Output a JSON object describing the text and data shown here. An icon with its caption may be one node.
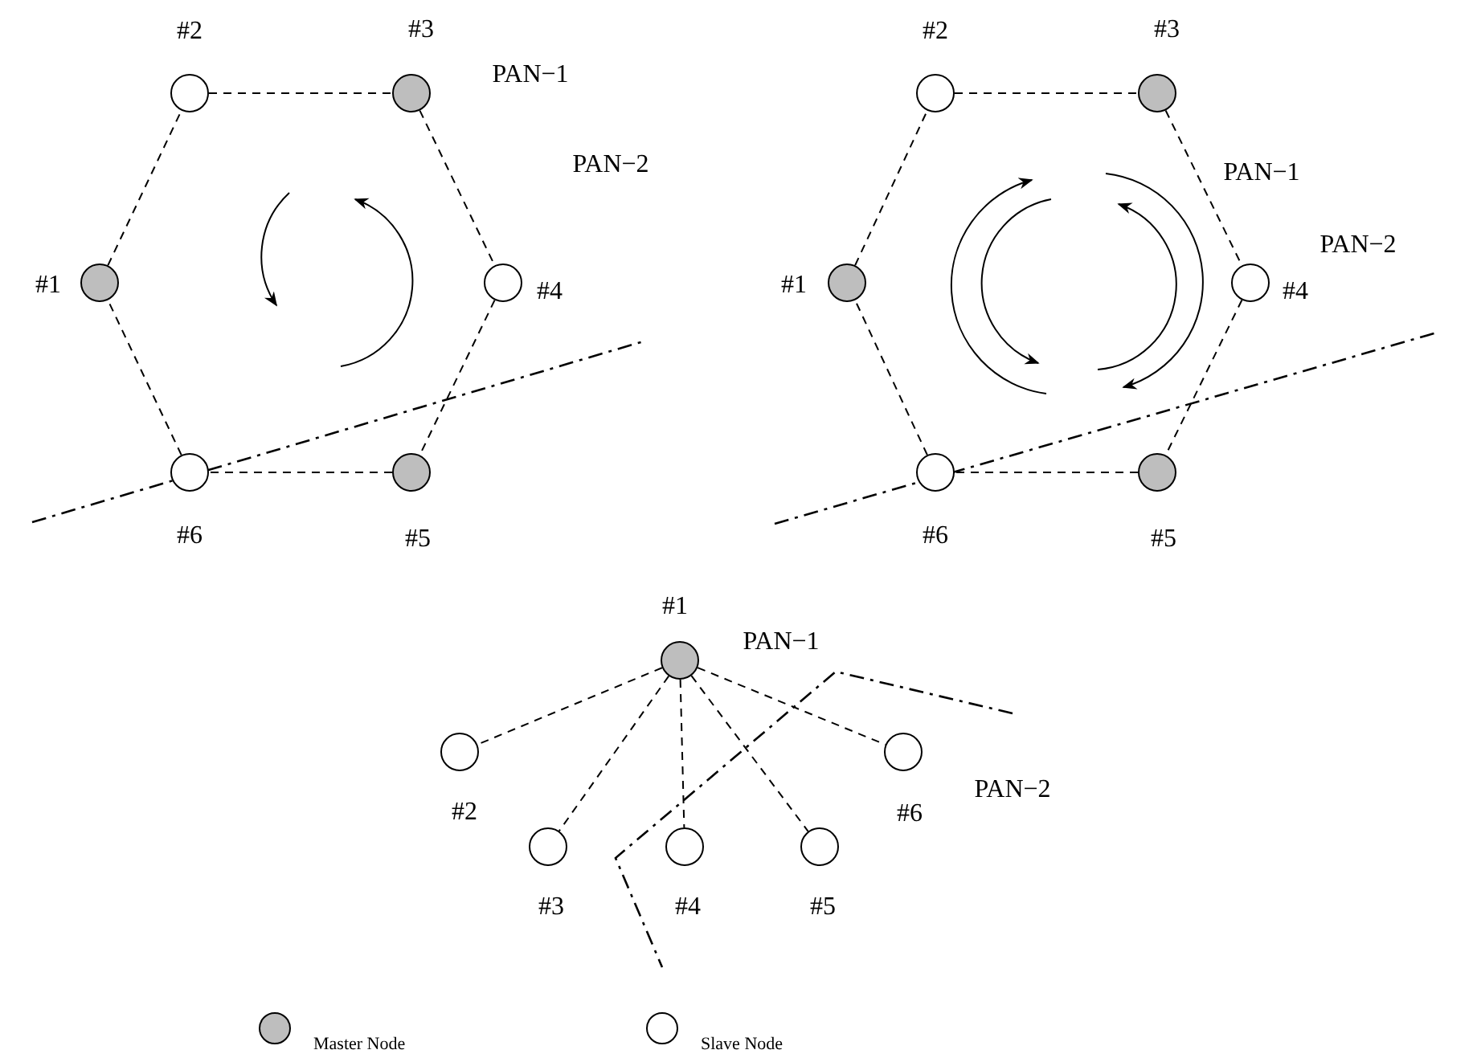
{
  "diagram": {
    "nodes": [
      {
        "text": [],
        "shape": "circle",
        "beside": [
          "#1"
        ]
      },
      {
        "text": [],
        "shape": "circle",
        "beside": [
          "#2"
        ]
      },
      {
        "text": [],
        "shape": "circle",
        "beside": [
          "#3"
        ]
      },
      {
        "text": [],
        "shape": "circle",
        "beside": [
          "#4"
        ]
      },
      {
        "text": [],
        "shape": "circle",
        "beside": [
          "#5"
        ]
      },
      {
        "text": [],
        "shape": "circle",
        "beside": [
          "#6"
        ]
      },
      {
        "text": [],
        "shape": "circle",
        "beside": [
          "#1"
        ]
      },
      {
        "text": [],
        "shape": "circle",
        "beside": [
          "#2"
        ]
      },
      {
        "text": [],
        "shape": "circle",
        "beside": [
          "#3"
        ]
      },
      {
        "text": [],
        "shape": "circle",
        "beside": [
          "#4"
        ]
      },
      {
        "text": [],
        "shape": "circle",
        "beside": [
          "#5"
        ]
      },
      {
        "text": [],
        "shape": "circle",
        "beside": [
          "#6"
        ]
      },
      {
        "text": [],
        "shape": "circle",
        "beside": [
          "#1"
        ]
      },
      {
        "text": [],
        "shape": "circle",
        "beside": [
          "#2"
        ]
      },
      {
        "text": [],
        "shape": "circle",
        "beside": [
          "#3"
        ]
      },
      {
        "text": [],
        "shape": "circle",
        "beside": [
          "#4"
        ]
      },
      {
        "text": [],
        "shape": "circle",
        "beside": [
          "#5"
        ]
      },
      {
        "text": [],
        "shape": "circle",
        "beside": [
          "#6"
        ]
      }
    ],
    "edges": [
      {
        "from": 0,
        "to": 1,
        "arrow": "none",
        "style": "dashed"
      },
      {
        "from": 1,
        "to": 2,
        "arrow": "none",
        "style": "dashed"
      },
      {
        "from": 2,
        "to": 3,
        "arrow": "none",
        "style": "dashed"
      },
      {
        "from": 3,
        "to": 4,
        "arrow": "none",
        "style": "dashed"
      },
      {
        "from": 4,
        "to": 5,
        "arrow": "none",
        "style": "dashed"
      },
      {
        "from": 5,
        "to": 0,
        "arrow": "none",
        "style": "dashed"
      },
      {
        "from": 6,
        "to": 7,
        "arrow": "none",
        "style": "dashed"
      },
      {
        "from": 7,
        "to": 8,
        "arrow": "none",
        "style": "dashed"
      },
      {
        "from": 8,
        "to": 9,
        "arrow": "none",
        "style": "dashed"
      },
      {
        "from": 9,
        "to": 10,
        "arrow": "none",
        "style": "dashed"
      },
      {
        "from": 10,
        "to": 11,
        "arrow": "none",
        "style": "dashed"
      },
      {
        "from": 11,
        "to": 6,
        "arrow": "none",
        "style": "dashed"
      },
      {
        "from": 12,
        "to": 13,
        "arrow": "none",
        "style": "dashed"
      },
      {
        "from": 12,
        "to": 14,
        "arrow": "none",
        "style": "dashed"
      },
      {
        "from": 12,
        "to": 15,
        "arrow": "none",
        "style": "dashed"
      },
      {
        "from": 12,
        "to": 16,
        "arrow": "none",
        "style": "dashed"
      },
      {
        "from": 12,
        "to": 17,
        "arrow": "none",
        "style": "dashed"
      }
    ],
    "labels": [
      "PAN−1",
      "PAN−2",
      "PAN−1",
      "PAN−2",
      "PAN−1",
      "PAN−2"
    ],
    "legend": [
      {
        "text": "Master Node",
        "color": "#bebebe"
      },
      {
        "text": "Slave Node",
        "color": "#ffffff"
      }
    ]
  }
}
